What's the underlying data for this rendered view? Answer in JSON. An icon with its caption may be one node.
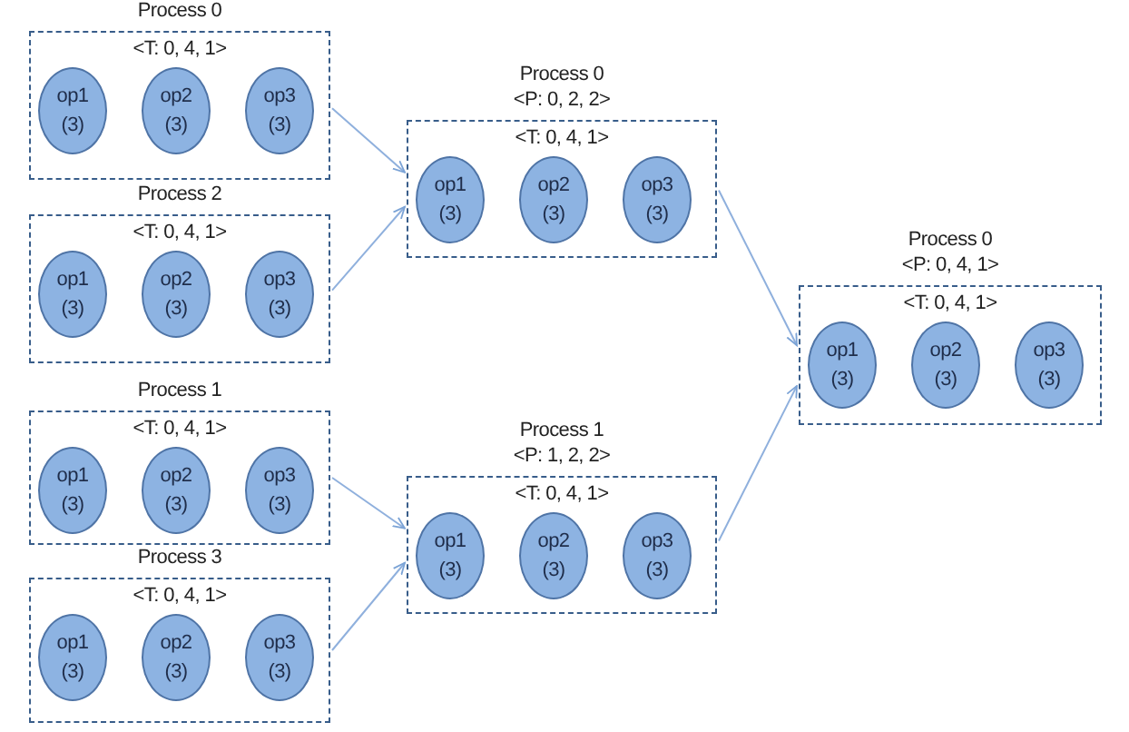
{
  "diagram": {
    "nodes": [
      {
        "text": [
          "Process 0",
          "<T: 0, 4, 1>"
        ]
      },
      {
        "text": [
          "op1 (3)"
        ],
        "in": 0
      },
      {
        "text": [
          "op2 (3)"
        ],
        "in": 0
      },
      {
        "text": [
          "op3 (3)"
        ],
        "in": 0
      },
      {
        "text": [
          "Process 2",
          "<T: 0, 4, 1>"
        ]
      },
      {
        "text": [
          "op1 (3)"
        ],
        "in": 4
      },
      {
        "text": [
          "op2 (3)"
        ],
        "in": 4
      },
      {
        "text": [
          "op3 (3)"
        ],
        "in": 4
      },
      {
        "text": [
          "Process 1",
          "<T: 0, 4, 1>"
        ]
      },
      {
        "text": [
          "op1 (3)"
        ],
        "in": 8
      },
      {
        "text": [
          "op2 (3)"
        ],
        "in": 8
      },
      {
        "text": [
          "op3 (3)"
        ],
        "in": 8
      },
      {
        "text": [
          "Process 3",
          "<T: 0, 4, 1>"
        ]
      },
      {
        "text": [
          "op1 (3)"
        ],
        "in": 12
      },
      {
        "text": [
          "op2 (3)"
        ],
        "in": 12
      },
      {
        "text": [
          "op3 (3)"
        ],
        "in": 12
      },
      {
        "text": [
          "Process 0",
          "<P: 0, 2, 2>",
          "<T: 0, 4, 1>"
        ]
      },
      {
        "text": [
          "op1 (3)"
        ],
        "in": 16
      },
      {
        "text": [
          "op2 (3)"
        ],
        "in": 16
      },
      {
        "text": [
          "op3 (3)"
        ],
        "in": 16
      },
      {
        "text": [
          "Process 1",
          "<P: 1, 2, 2>",
          "<T: 0, 4, 1>"
        ]
      },
      {
        "text": [
          "op1 (3)"
        ],
        "in": 20
      },
      {
        "text": [
          "op2 (3)"
        ],
        "in": 20
      },
      {
        "text": [
          "op3 (3)"
        ],
        "in": 20
      },
      {
        "text": [
          "Process 0",
          "<P: 0, 4, 1>",
          "<T: 0, 4, 1>"
        ]
      },
      {
        "text": [
          "op1 (3)"
        ],
        "in": 24
      },
      {
        "text": [
          "op2 (3)"
        ],
        "in": 24
      },
      {
        "text": [
          "op3 (3)"
        ],
        "in": 24
      }
    ],
    "edges": [
      {
        "from": 0,
        "to": 16,
        "arrow": "to"
      },
      {
        "from": 4,
        "to": 16,
        "arrow": "to"
      },
      {
        "from": 8,
        "to": 20,
        "arrow": "to"
      },
      {
        "from": 12,
        "to": 20,
        "arrow": "to"
      },
      {
        "from": 16,
        "to": 24,
        "arrow": "to"
      },
      {
        "from": 20,
        "to": 24,
        "arrow": "to"
      }
    ]
  }
}
